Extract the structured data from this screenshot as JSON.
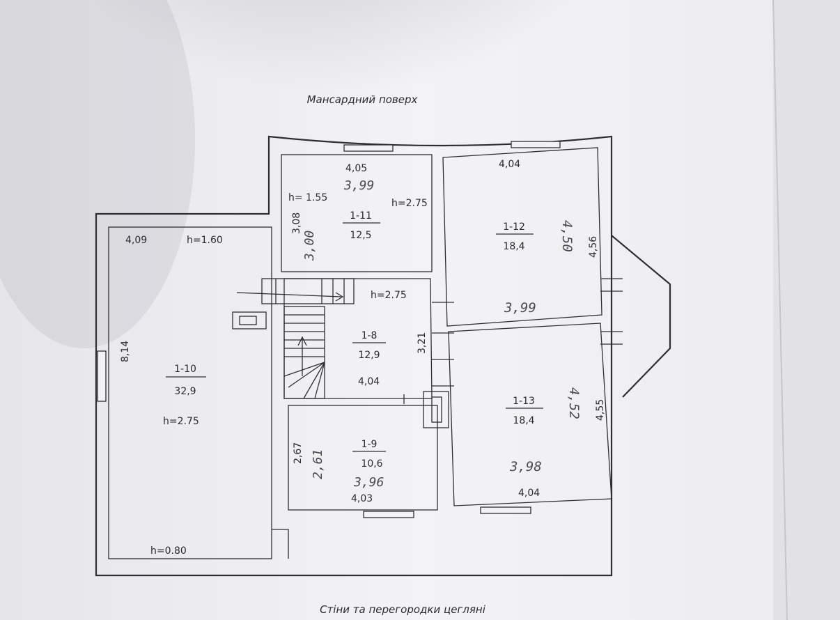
{
  "plan": {
    "title": "Мансардний поверх",
    "footer": "Стіни та перегородки цегляні",
    "rooms": [
      {
        "id": "1-10",
        "area": "32,9",
        "height_labels": [
          "h=1.60",
          "h=2.75",
          "h=0.80"
        ],
        "dims": [
          "4,09",
          "8,14"
        ]
      },
      {
        "id": "1-11",
        "area": "12,5",
        "height_labels": [
          "h= 1.55",
          "h=2.75"
        ],
        "dims": [
          "4,05",
          "3,08"
        ],
        "handwritten": [
          "3,99",
          "3,00"
        ]
      },
      {
        "id": "1-12",
        "area": "18,4",
        "dims": [
          "4,04",
          "4,56"
        ],
        "handwritten": [
          "4,50",
          "3,99"
        ]
      },
      {
        "id": "1-8",
        "area": "12,9",
        "height_labels": [
          "h=2.75"
        ],
        "dims": [
          "3,21",
          "4,04"
        ]
      },
      {
        "id": "1-9",
        "area": "10,6",
        "dims": [
          "2,67",
          "4,03"
        ],
        "handwritten": [
          "3,96",
          "2,61"
        ]
      },
      {
        "id": "1-13",
        "area": "18,4",
        "dims": [
          "4,55",
          "4,04"
        ],
        "handwritten": [
          "4,52",
          "3,98"
        ]
      }
    ]
  },
  "colors": {
    "paper": "#f1f1f3",
    "ink": "#2d2d33",
    "pencil": "#4a4a55",
    "background": "#d9d8dc"
  }
}
